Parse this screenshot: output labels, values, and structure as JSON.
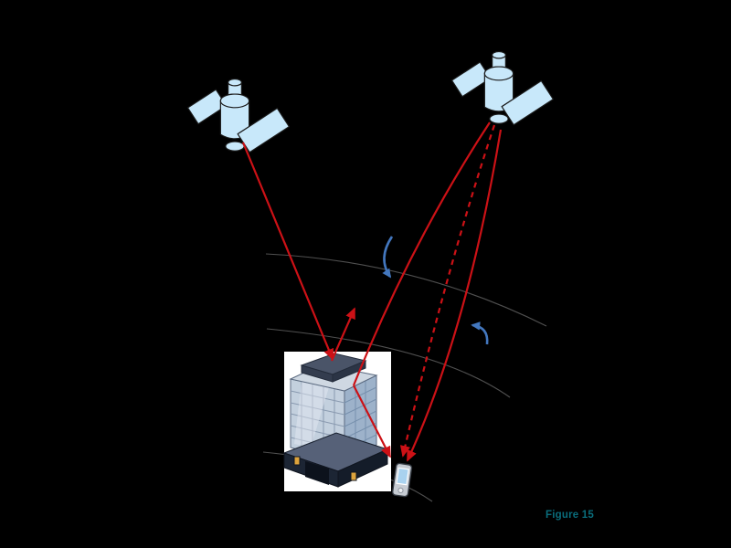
{
  "figure": {
    "caption": "Figure 15"
  },
  "icons": {
    "satellite_left": "gps-satellite",
    "satellite_right": "gps-satellite",
    "building": "office-building",
    "receiver": "handheld-gps-receiver"
  },
  "signal_paths": [
    {
      "name": "blocked-signal-to-roof",
      "style": "solid"
    },
    {
      "name": "deflected-signal-off-roof",
      "style": "solid"
    },
    {
      "name": "reflected-signal-via-building-wall",
      "style": "solid"
    },
    {
      "name": "direct-signal-dashed",
      "style": "dashed"
    },
    {
      "name": "direct-signal-solid",
      "style": "solid"
    }
  ],
  "colors": {
    "background": "#000000",
    "signal_red": "#cc1116",
    "annotation_blue": "#4377be",
    "satellite_fill": "#c8e8fa",
    "satellite_stroke": "#1a1a1a",
    "ground_line_gray": "#505050",
    "caption_teal": "#0a6d7c",
    "building_backdrop": "#ffffff"
  }
}
